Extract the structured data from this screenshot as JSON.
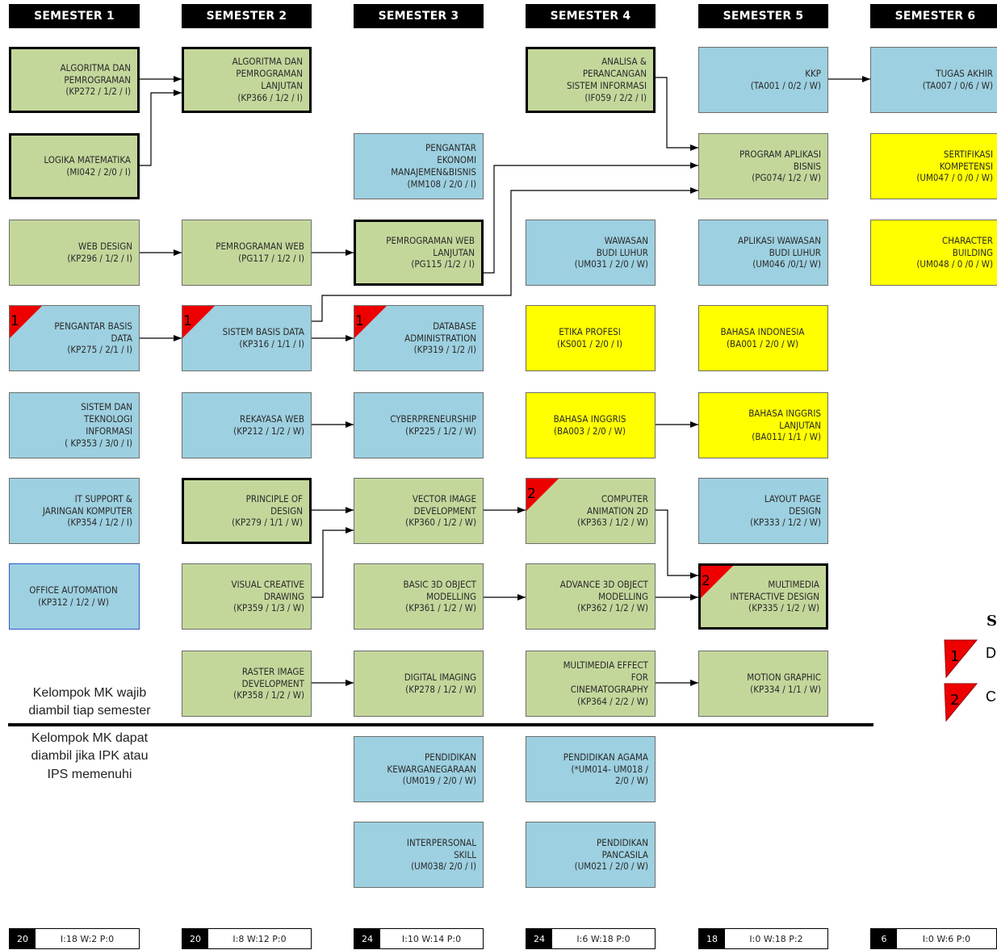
{
  "semesters": [
    {
      "title": "SEMESTER 1",
      "total": {
        "sks": "20",
        "detail": "I:18  W:2  P:0"
      }
    },
    {
      "title": "SEMESTER 2",
      "total": {
        "sks": "20",
        "detail": "I:8  W:12  P:0"
      }
    },
    {
      "title": "SEMESTER 3",
      "total": {
        "sks": "24",
        "detail": "I:10  W:14  P:0"
      }
    },
    {
      "title": "SEMESTER 4",
      "total": {
        "sks": "24",
        "detail": "I:6  W:18  P:0"
      }
    },
    {
      "title": "SEMESTER 5",
      "total": {
        "sks": "18",
        "detail": "I:0  W:18  P:2"
      }
    },
    {
      "title": "SEMESTER 6",
      "total": {
        "sks": "6",
        "detail": "I:0  W:6  P:0"
      }
    }
  ],
  "courses": [
    {
      "id": "s1-algo",
      "lines": [
        "ALGORITMA DAN",
        "PEMROGRAMAN",
        "(KP272 / 1/2 / I)"
      ],
      "color": "green",
      "core": true
    },
    {
      "id": "s1-logika",
      "lines": [
        "LOGIKA MATEMATIKA",
        "(MI042 / 2/0 / I)"
      ],
      "color": "green",
      "core": true
    },
    {
      "id": "s1-webdesign",
      "lines": [
        "WEB DESIGN",
        "(KP296 / 1/2 / I)"
      ],
      "color": "green"
    },
    {
      "id": "s1-pbd",
      "lines": [
        "PENGANTAR BASIS",
        "DATA",
        "(KP275 / 2/1 / I)"
      ],
      "color": "blue",
      "flag": "1"
    },
    {
      "id": "s1-sti",
      "lines": [
        "SISTEM DAN",
        "TEKNOLOGI",
        "INFORMASI",
        "( KP353 / 3/0 / I)"
      ],
      "color": "blue"
    },
    {
      "id": "s1-itsupport",
      "lines": [
        "IT SUPPORT &",
        "JARINGAN KOMPUTER",
        "(KP354 / 1/2 / I)"
      ],
      "color": "blue"
    },
    {
      "id": "s1-office",
      "lines": [
        "OFFICE AUTOMATION",
        "(KP312 / 1/2 / W)"
      ],
      "color": "blue",
      "centered": true,
      "bluebordered": true
    },
    {
      "id": "s2-algolanjut",
      "lines": [
        "ALGORITMA DAN",
        "PEMROGRAMAN",
        "LANJUTAN",
        "(KP366 / 1/2 / I)"
      ],
      "color": "green",
      "core": true
    },
    {
      "id": "s2-pweb",
      "lines": [
        "PEMROGRAMAN WEB",
        "(PG117 / 1/2 / I)"
      ],
      "color": "green"
    },
    {
      "id": "s2-sbd",
      "lines": [
        "SISTEM BASIS DATA",
        "(KP316 / 1/1 / I)"
      ],
      "color": "blue",
      "flag": "1"
    },
    {
      "id": "s2-rekweb",
      "lines": [
        "REKAYASA WEB",
        "(KP212 / 1/2 / W)"
      ],
      "color": "blue"
    },
    {
      "id": "s2-principle",
      "lines": [
        "PRINCIPLE OF",
        "DESIGN",
        "(KP279 / 1/1 / W)"
      ],
      "color": "green",
      "core": true
    },
    {
      "id": "s2-visual",
      "lines": [
        "VISUAL CREATIVE",
        "DRAWING",
        "(KP359 / 1/3 / W)"
      ],
      "color": "green"
    },
    {
      "id": "s2-raster",
      "lines": [
        "RASTER IMAGE",
        "DEVELOPMENT",
        "(KP358 / 1/2 / W)"
      ],
      "color": "green"
    },
    {
      "id": "s3-ekonomi",
      "lines": [
        "PENGANTAR",
        "EKONOMI",
        "MANAJEMEN&BISNIS",
        "(MM108 / 2/0 / I)"
      ],
      "color": "blue"
    },
    {
      "id": "s3-pweblanjut",
      "lines": [
        "PEMROGRAMAN WEB",
        "LANJUTAN",
        "(PG115 /1/2 / I)"
      ],
      "color": "green",
      "core": true
    },
    {
      "id": "s3-dba",
      "lines": [
        "DATABASE",
        "ADMINISTRATION",
        "(KP319 / 1/2 /I)"
      ],
      "color": "blue",
      "flag": "1"
    },
    {
      "id": "s3-cyber",
      "lines": [
        "CYBERPRENEURSHIP",
        "(KP225 / 1/2 / W)"
      ],
      "color": "blue"
    },
    {
      "id": "s3-vector",
      "lines": [
        "VECTOR IMAGE",
        "DEVELOPMENT",
        "(KP360 / 1/2 / W)"
      ],
      "color": "green"
    },
    {
      "id": "s3-basic3d",
      "lines": [
        "BASIC 3D OBJECT",
        "MODELLING",
        "(KP361 / 1/2 / W)"
      ],
      "color": "green"
    },
    {
      "id": "s3-digital",
      "lines": [
        "DIGITAL IMAGING",
        "(KP278 / 1/2 / W)"
      ],
      "color": "green"
    },
    {
      "id": "s3-pkn",
      "lines": [
        "PENDIDIKAN",
        "KEWARGANEGARAAN",
        "(UM019 / 2/0 / W)"
      ],
      "color": "blue"
    },
    {
      "id": "s3-interpersonal",
      "lines": [
        "INTERPERSONAL",
        "SKILL",
        "(UM038/ 2/0 / I)"
      ],
      "color": "blue"
    },
    {
      "id": "s4-apsi",
      "lines": [
        "ANALISA &",
        "PERANCANGAN",
        "SISTEM INFORMASI",
        "(IF059 / 2/2 / I)"
      ],
      "color": "green",
      "core": true
    },
    {
      "id": "s4-wawasan",
      "lines": [
        "WAWASAN",
        "BUDI LUHUR",
        "(UM031 / 2/0 / W)"
      ],
      "color": "blue"
    },
    {
      "id": "s4-etika",
      "lines": [
        "ETIKA PROFESI",
        "(KS001 / 2/0 / I)"
      ],
      "color": "yellow",
      "centered": true
    },
    {
      "id": "s4-inggris",
      "lines": [
        "BAHASA INGGRIS",
        "(BA003 / 2/0 / W)"
      ],
      "color": "yellow",
      "centered": true
    },
    {
      "id": "s4-anim2d",
      "lines": [
        "COMPUTER",
        "ANIMATION 2D",
        "(KP363 / 1/2 / W)"
      ],
      "color": "green",
      "flag": "2"
    },
    {
      "id": "s4-adv3d",
      "lines": [
        "ADVANCE 3D OBJECT",
        "MODELLING",
        "(KP362 / 1/2 / W)"
      ],
      "color": "green"
    },
    {
      "id": "s4-mmeffect",
      "lines": [
        "MULTIMEDIA EFFECT",
        "FOR",
        "CINEMATOGRAPHY",
        "(KP364 / 2/2 / W)"
      ],
      "color": "green"
    },
    {
      "id": "s4-agama",
      "lines": [
        "PENDIDIKAN AGAMA",
        "(*UM014- UM018 /",
        "2/0 / W)"
      ],
      "color": "blue"
    },
    {
      "id": "s4-pancasila",
      "lines": [
        "PENDIDIKAN",
        "PANCASILA",
        "(UM021 / 2/0 / W)"
      ],
      "color": "blue"
    },
    {
      "id": "s5-kkp",
      "lines": [
        "KKP",
        "(TA001 / 0/2 / W)"
      ],
      "color": "blue"
    },
    {
      "id": "s5-pab",
      "lines": [
        "PROGRAM APLIKASI",
        "BISNIS",
        "(PG074/ 1/2 / W)"
      ],
      "color": "green"
    },
    {
      "id": "s5-aplwawasan",
      "lines": [
        "APLIKASI WAWASAN",
        "BUDI LUHUR",
        "(UM046 /0/1/ W)"
      ],
      "color": "blue"
    },
    {
      "id": "s5-indonesia",
      "lines": [
        "BAHASA INDONESIA",
        "(BA001 / 2/0 / W)"
      ],
      "color": "yellow",
      "centered": true
    },
    {
      "id": "s5-inggrislanjut",
      "lines": [
        "BAHASA INGGRIS",
        "LANJUTAN",
        "(BA011/ 1/1 / W)"
      ],
      "color": "yellow"
    },
    {
      "id": "s5-layout",
      "lines": [
        "LAYOUT PAGE",
        "DESIGN",
        "(KP333 / 1/2 / W)"
      ],
      "color": "blue"
    },
    {
      "id": "s5-mmid",
      "lines": [
        "MULTIMEDIA",
        "INTERACTIVE DESIGN",
        "(KP335 / 1/2 / W)"
      ],
      "color": "green",
      "core": true,
      "flag": "2"
    },
    {
      "id": "s5-motion",
      "lines": [
        "MOTION GRAPHIC",
        "(KP334 / 1/1 / W)"
      ],
      "color": "green"
    },
    {
      "id": "s6-ta",
      "lines": [
        "TUGAS AKHIR",
        "(TA007 / 0/6 / W)"
      ],
      "color": "blue"
    },
    {
      "id": "s6-sertifikasi",
      "lines": [
        "SERTIFIKASI",
        "KOMPETENSI",
        "(UM047 / 0 /0 / W)"
      ],
      "color": "yellow"
    },
    {
      "id": "s6-character",
      "lines": [
        "CHARACTER",
        "BUILDING",
        "(UM048 / 0 /0 / W)"
      ],
      "color": "yellow"
    }
  ],
  "group_labels": {
    "mandatory": [
      "Kelompok MK wajib",
      "diambil tiap semester"
    ],
    "optional": [
      "Kelompok MK dapat",
      "diambil jika IPK atau",
      "IPS memenuhi"
    ]
  },
  "legend": {
    "title": "S",
    "items": [
      {
        "number": "1",
        "text": "D"
      },
      {
        "number": "2",
        "text": "C"
      }
    ]
  },
  "colors": {
    "green": "#c4d79b",
    "blue": "#9dd0e0",
    "yellow": "#ffff00",
    "flag": "#ee0000",
    "header": "#000000"
  }
}
